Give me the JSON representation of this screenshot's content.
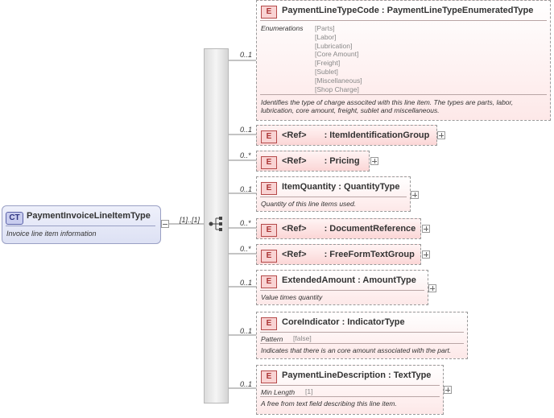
{
  "complex_type": {
    "badge": "CT",
    "name": "PaymentInvoiceLineItemType",
    "doc": "Invoice line item information",
    "cardinality": "[1]..[1]"
  },
  "elements": [
    {
      "badge": "E",
      "title": "PaymentLineTypeCode",
      "type": ": PaymentLineTypeEnumeratedType",
      "occurrence": "0..1",
      "facet_label": "Enumerations",
      "facet_values": [
        "[Parts]",
        "[Labor]",
        "[Lubrication]",
        "[Core Amount]",
        "[Freight]",
        "[Sublet]",
        "[Miscellaneous]",
        "[Shop Charge]"
      ],
      "doc": "Identifies the type of charge associted with this line item. The types are parts, labor, lubrication, core amount, freight, sublet and miscellaneous."
    },
    {
      "badge": "E",
      "title": "<Ref>",
      "type": ": ItemIdentificationGroup",
      "occurrence": "0..1"
    },
    {
      "badge": "E",
      "title": "<Ref>",
      "type": ": Pricing",
      "occurrence": "0..*"
    },
    {
      "badge": "E",
      "title": "ItemQuantity",
      "type": ": QuantityType",
      "occurrence": "0..1",
      "doc": "Quantity of this line items used."
    },
    {
      "badge": "E",
      "title": "<Ref>",
      "type": ": DocumentReference",
      "occurrence": "0..*"
    },
    {
      "badge": "E",
      "title": "<Ref>",
      "type": ": FreeFormTextGroup",
      "occurrence": "0..*"
    },
    {
      "badge": "E",
      "title": "ExtendedAmount",
      "type": ": AmountType",
      "occurrence": "0..1",
      "doc": "Value times quantity"
    },
    {
      "badge": "E",
      "title": "CoreIndicator",
      "type": ": IndicatorType",
      "occurrence": "0..1",
      "facet_label": "Pattern",
      "facet_value": "[false]",
      "doc": "Indicates that there is an core amount associated with the part."
    },
    {
      "badge": "E",
      "title": "PaymentLineDescription",
      "type": ": TextType",
      "occurrence": "0..1",
      "facet_label": "Min Length",
      "facet_value": "[1]",
      "doc": "A free from text field describing this line item."
    }
  ]
}
